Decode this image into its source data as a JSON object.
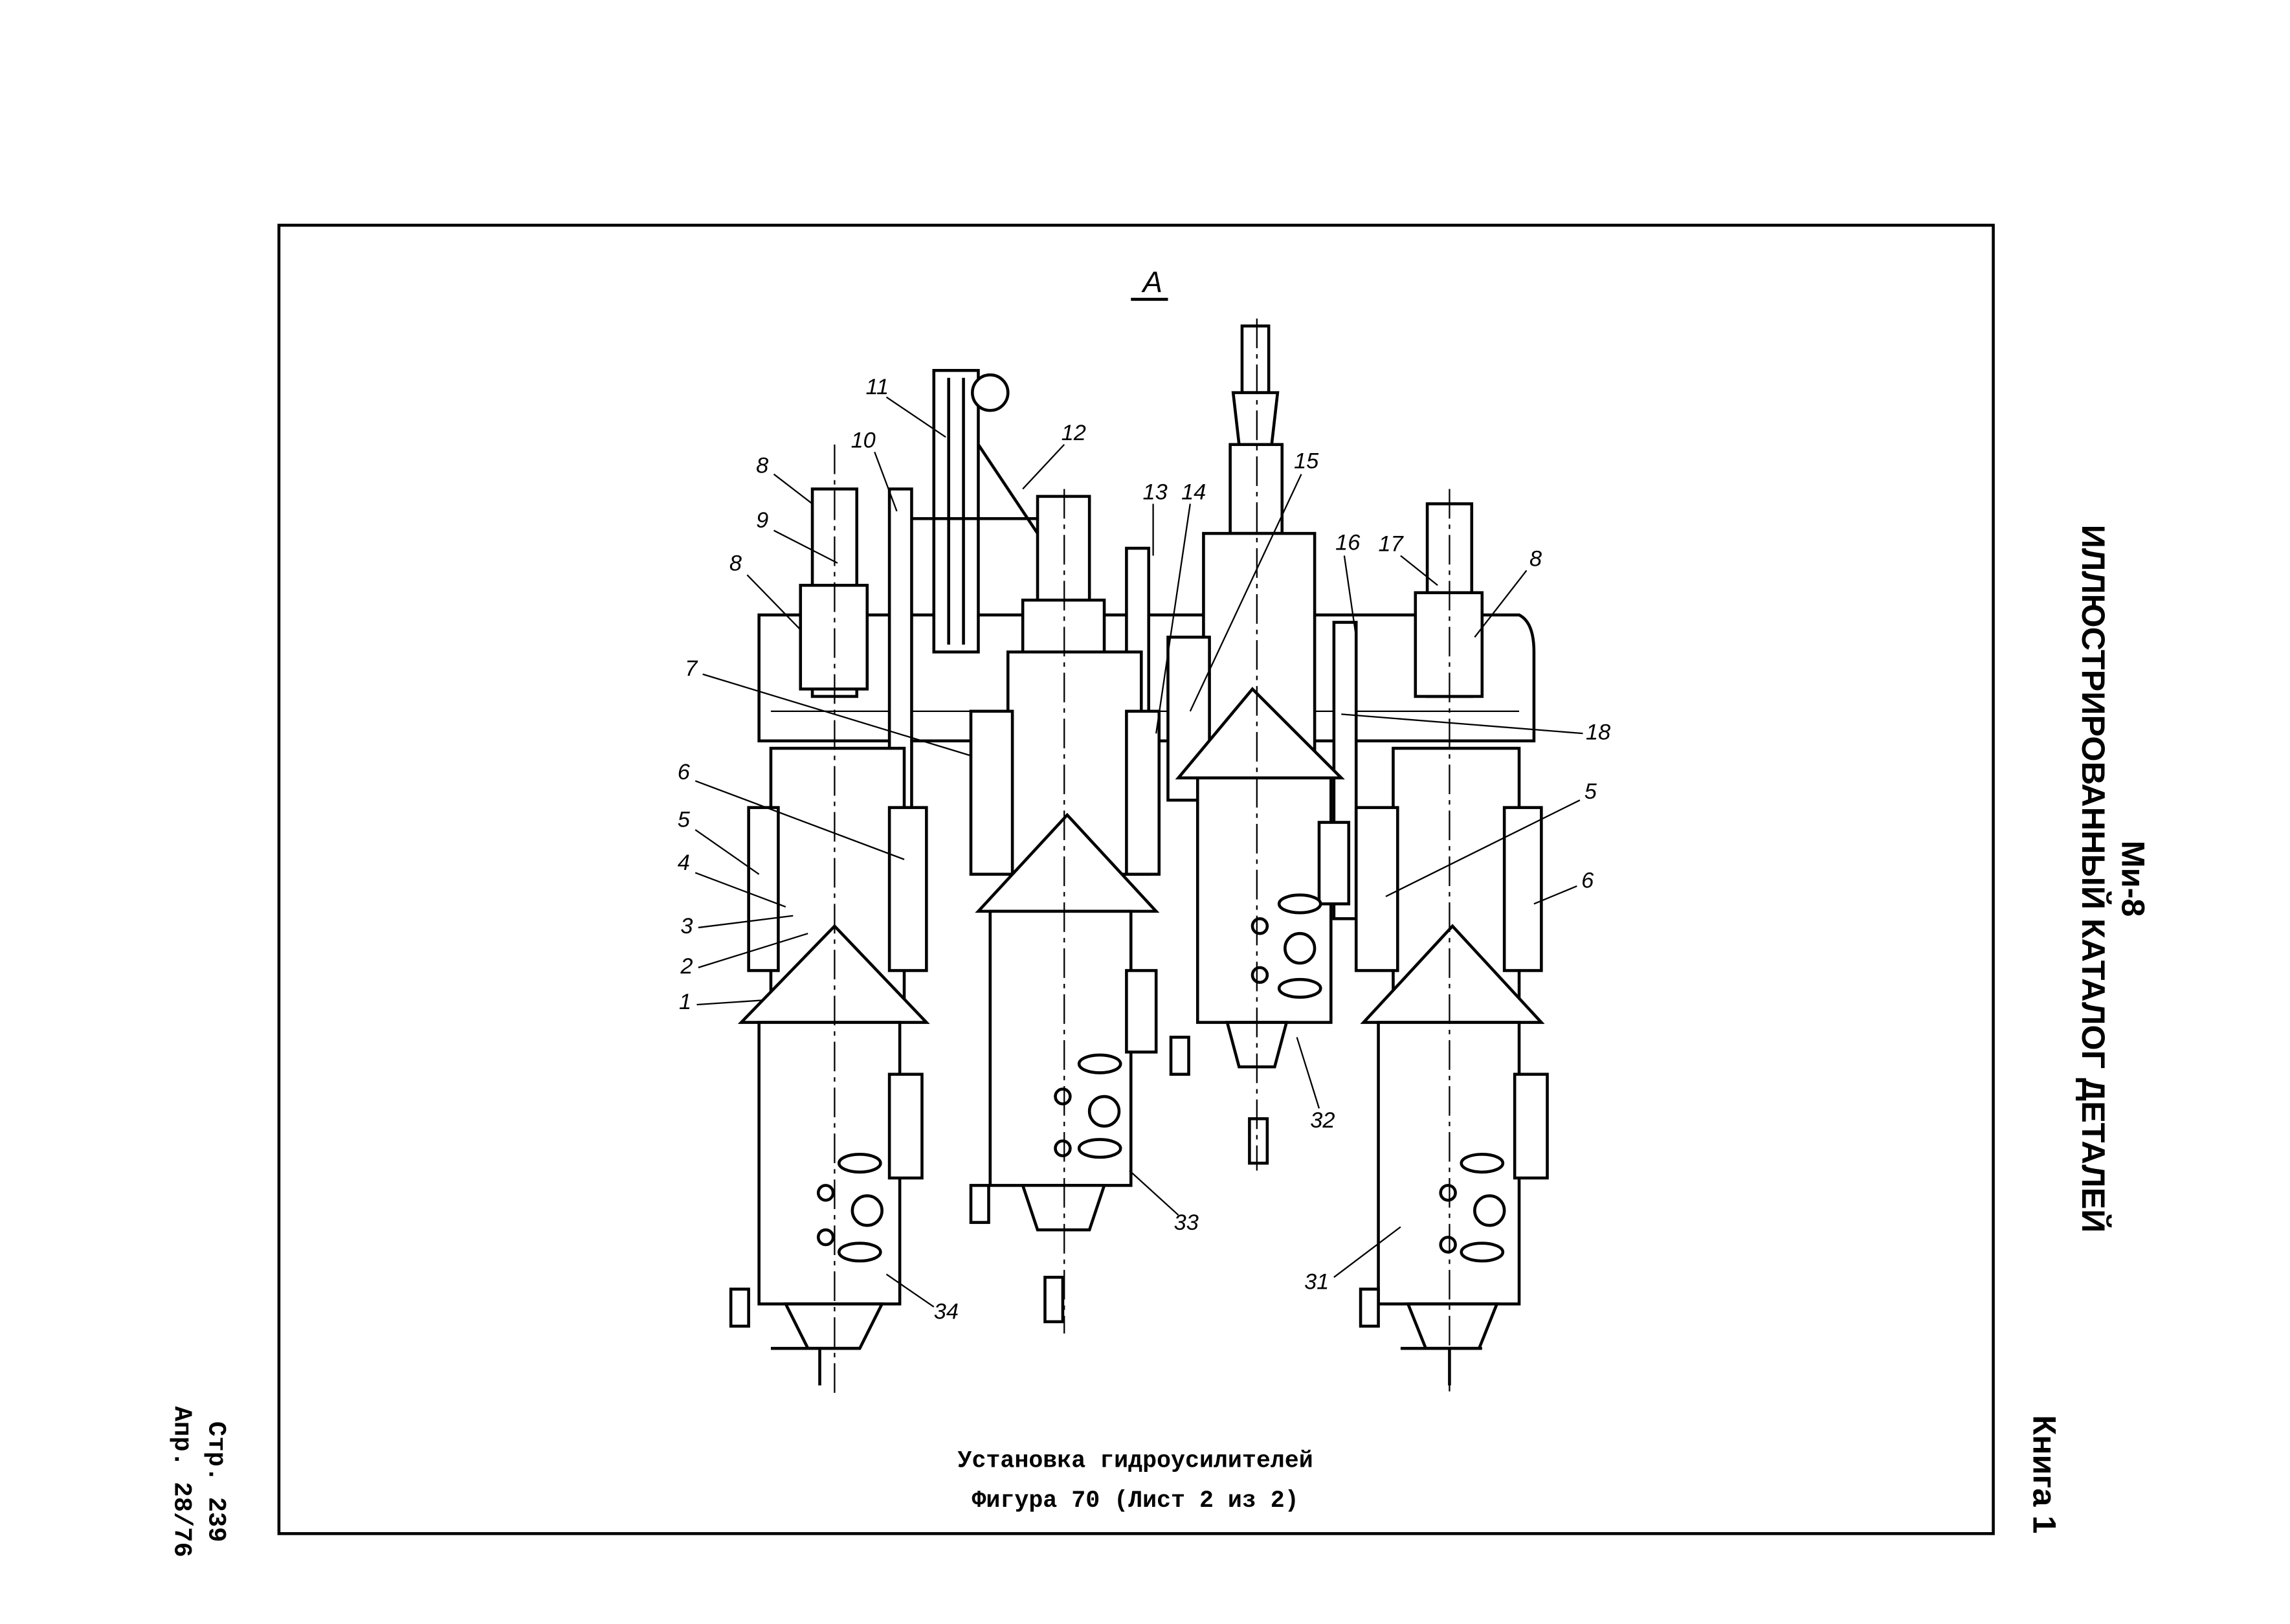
{
  "header": {
    "aircraft": "Ми-8",
    "catalog_title": "ИЛЛЮСТРИРОВАННЫЙ КАТАЛОГ ДЕТАЛЕЙ",
    "book": "Книга 1"
  },
  "footer": {
    "page": "Стр. 239",
    "date": "Апр. 28/76"
  },
  "figure": {
    "view_label": "А",
    "caption_line1": "Установка гидроусилителей",
    "caption_line2": "Фигура 70 (Лист 2 из 2)",
    "callouts": [
      "11",
      "12",
      "10",
      "8",
      "9",
      "8",
      "13",
      "14",
      "15",
      "16",
      "17",
      "8",
      "18",
      "7",
      "6",
      "5",
      "4",
      "3",
      "2",
      "1",
      "5",
      "6",
      "32",
      "33",
      "34",
      "31"
    ]
  }
}
